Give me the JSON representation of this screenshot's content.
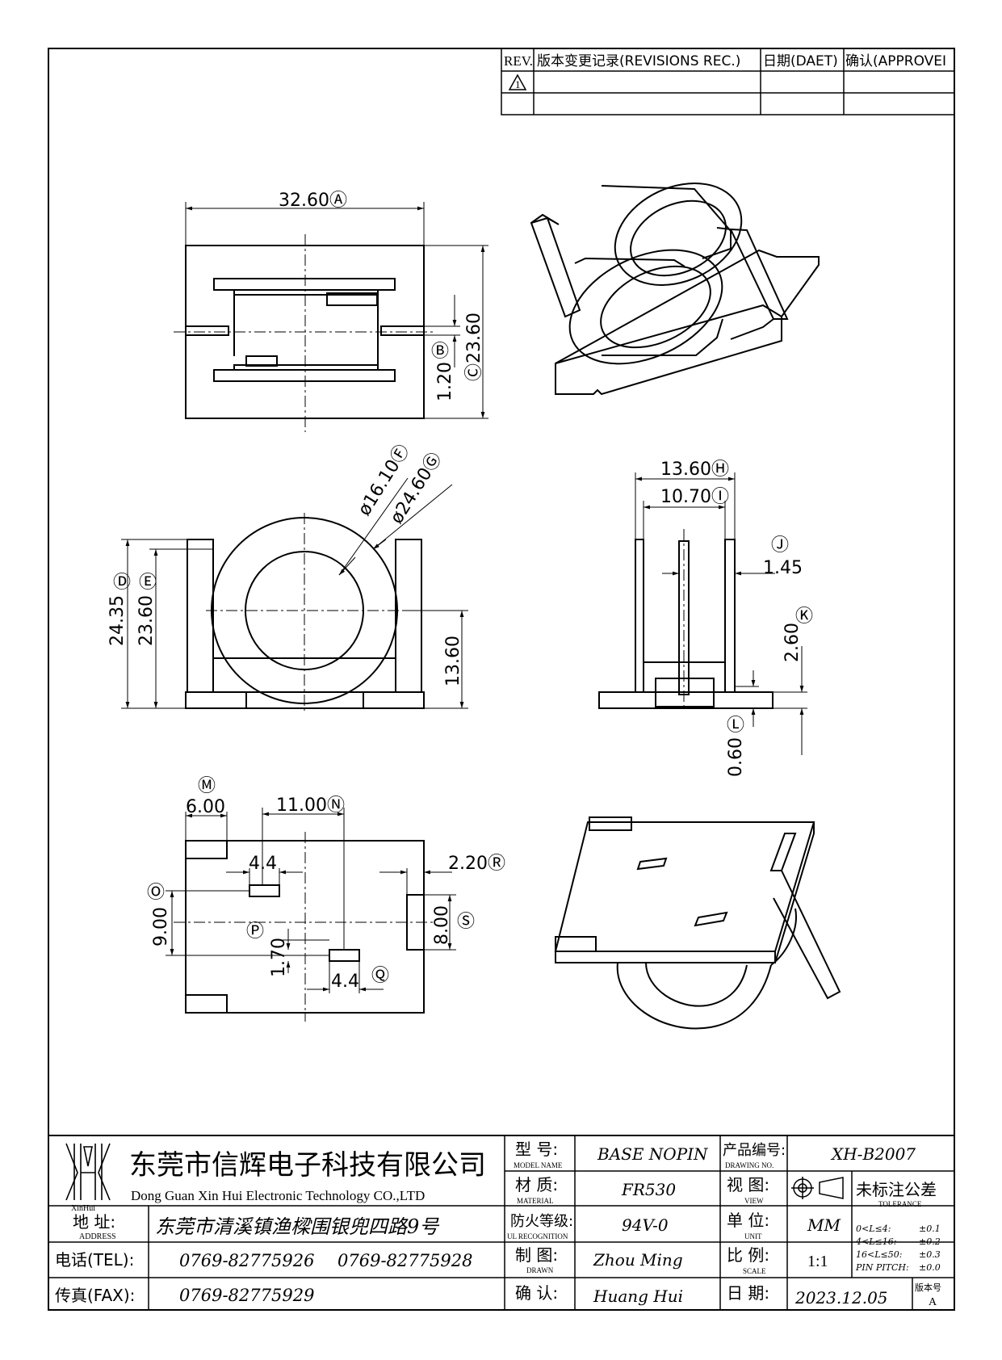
{
  "revisions": {
    "headers": [
      "REV.",
      "版本变更记录(REVISIONS REC.)",
      "日期(DAET)",
      "确认(APPROVEI"
    ],
    "rows": [
      [
        "1",
        "",
        "",
        ""
      ],
      [
        "",
        "",
        "",
        ""
      ]
    ]
  },
  "dimensions": {
    "a": "32.60Ⓐ",
    "b": "Ⓑ",
    "b_val": "1.20",
    "c": "Ⓒ23.60",
    "f": "ø16.10Ⓕ",
    "g": "ø24.60Ⓖ",
    "d_mark": "Ⓓ",
    "d_val": "24.35",
    "e_mark": "Ⓔ",
    "e_val": "23.60",
    "v1360": "13.60",
    "h": "13.60Ⓗ",
    "i": "10.70Ⓘ",
    "j_mark": "Ⓙ",
    "j_val": "1.45",
    "k_mark": "Ⓚ",
    "k_val": "2.60",
    "l_mark": "Ⓛ",
    "l_val": "0.60",
    "m_mark": "Ⓜ",
    "m_val": "6.00",
    "n": "11.00Ⓝ",
    "w44a": "4.4",
    "r": "2.20Ⓡ",
    "o_mark": "Ⓞ",
    "o_val": "9.00",
    "s_mark": "Ⓢ",
    "s_val": "8.00",
    "p_mark": "Ⓟ",
    "p_val": "1.70",
    "w44b": "4.4",
    "q_mark": "Ⓠ"
  },
  "title_block": {
    "logo_text": "XinHui",
    "company_cn": "东莞市信辉电子科技有限公司",
    "company_en": "Dong Guan Xin Hui Electronic Technology CO.,LTD",
    "address_label": "地 址:",
    "address_label_en": "ADDRESS",
    "address": "东莞市清溪镇渔樑围银兜四路9号",
    "tel_label": "电话(TEL):",
    "tel1": "0769-82775926",
    "tel2": "0769-82775928",
    "fax_label": "传真(FAX):",
    "fax": "0769-82775929",
    "model_label": "型 号:",
    "model_label_en": "MODEL NAME",
    "model": "BASE NOPIN",
    "material_label": "材 质:",
    "material_label_en": "MATERIAL",
    "material": "FR530",
    "ul_label": "防火等级:",
    "ul_label_en": "UL RECOGNITION",
    "ul": "94V-0",
    "drawn_label": "制 图:",
    "drawn_label_en": "DRAWN",
    "drawn": "Zhou Ming",
    "confirm_label": "确 认:",
    "confirm": "Huang Hui",
    "drawing_no_label": "产品编号:",
    "drawing_no_label_en": "DRAWING NO.",
    "drawing_no": "XH-B2007",
    "view_label": "视 图:",
    "view_label_en": "VIEW",
    "unit_label": "单 位:",
    "unit_label_en": "UNIT",
    "unit": "MM",
    "scale_label": "比 例:",
    "scale_label_en": "SCALE",
    "scale": "1:1",
    "date_label": "日 期:",
    "date": "2023.12.05",
    "version_label": "版本号",
    "version": "A",
    "tolerance_label": "未标注公差",
    "tolerance_label_en": "TOLERANCE",
    "tolerances": [
      {
        "range": "0<L≤4:",
        "value": "±0.1"
      },
      {
        "range": "4<L≤16:",
        "value": "±0.2"
      },
      {
        "range": "16<L≤50:",
        "value": "±0.3"
      },
      {
        "range": "PIN PITCH:",
        "value": "±0.0"
      }
    ]
  }
}
